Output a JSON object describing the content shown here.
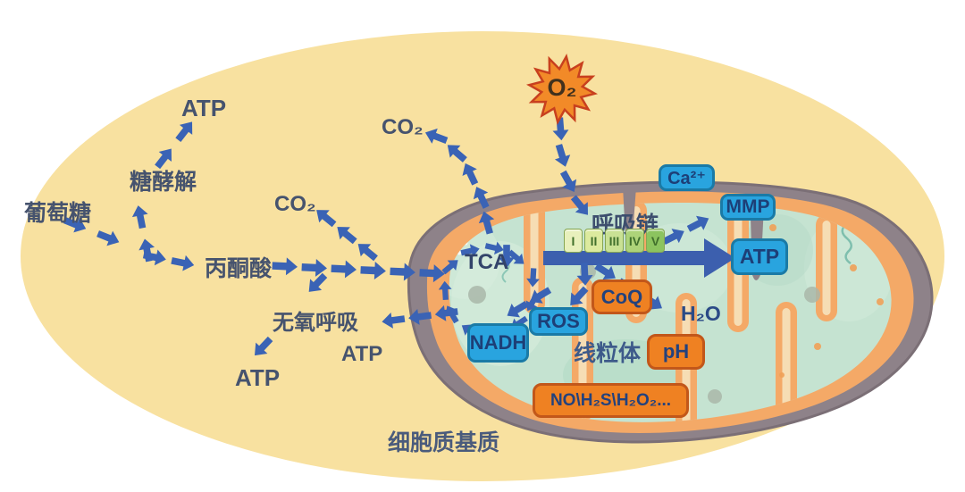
{
  "labels": {
    "glucose": "葡萄糖",
    "glycolysis": "糖酵解",
    "atp_top": "ATP",
    "pyruvate": "丙酮酸",
    "co2_left": "CO₂",
    "co2_top": "CO₂",
    "anaerobic": "无氧呼吸",
    "atp_mid": "ATP",
    "atp_bottom": "ATP",
    "tca": "TCA",
    "respiratory_chain": "呼吸链",
    "o2": "O₂",
    "h2o": "H₂O",
    "mitochondrion": "线粒体",
    "cytoplasm": "细胞质基质"
  },
  "boxes": {
    "blue": [
      {
        "id": "ca",
        "label": "Ca²⁺"
      },
      {
        "id": "mmp",
        "label": "MMP"
      },
      {
        "id": "atp",
        "label": "ATP"
      },
      {
        "id": "ros",
        "label": "ROS"
      },
      {
        "id": "nadh",
        "label": "NADH"
      }
    ],
    "orange": [
      {
        "id": "coq",
        "label": "CoQ"
      },
      {
        "id": "ph",
        "label": "pH"
      },
      {
        "id": "nox",
        "label": "NO\\H₂S\\H₂O₂..."
      }
    ]
  },
  "complexes": [
    "I",
    "II",
    "III",
    "IV",
    "V"
  ],
  "icons": {
    "o2_burst": "o2-burst-icon"
  },
  "colors": {
    "arrow_blue": "#3a63b5",
    "blue_box": "#29a4df",
    "orange_box": "#ef8122",
    "cytoplasm_ellipse": "#f8e1a0",
    "outer_membrane_gray": "#8e8289",
    "inner_membrane_orange": "#f4a967",
    "matrix_teal": "#c5e3d1",
    "crista_cream": "#f6ddb4",
    "o2_burst_orange": "#f28a28",
    "o2_burst_border": "#c8401e",
    "complex_greens": [
      "#e8f0bc",
      "#dcea9e",
      "#c9e194",
      "#add379",
      "#8cc45f"
    ]
  }
}
